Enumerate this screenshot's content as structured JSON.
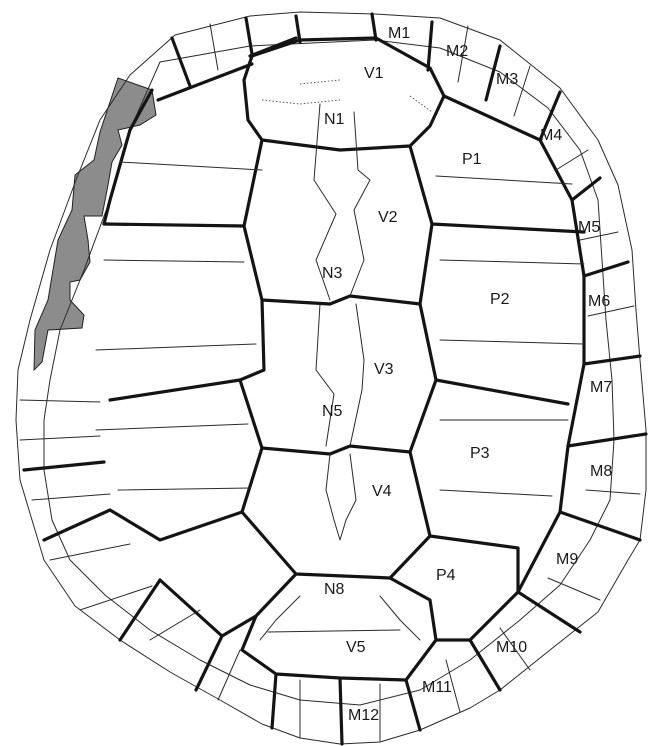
{
  "diagram": {
    "type": "turtle-carapace-scute-map",
    "colors": {
      "line": "#141414",
      "missing": "#8c8c8c",
      "background": "#ffffff"
    },
    "labels": {
      "m1": "M1",
      "m2": "M2",
      "m3": "M3",
      "m4": "M4",
      "m5": "M5",
      "m6": "M6",
      "m7": "M7",
      "m8": "M8",
      "m9": "M9",
      "m10": "M10",
      "m11": "M11",
      "m12": "M12",
      "v1": "V1",
      "v2": "V2",
      "v3": "V3",
      "v4": "V4",
      "v5": "V5",
      "n1": "N1",
      "n3": "N3",
      "n5": "N5",
      "n8": "N8",
      "p1": "P1",
      "p2": "P2",
      "p3": "P3",
      "p4": "P4"
    }
  }
}
